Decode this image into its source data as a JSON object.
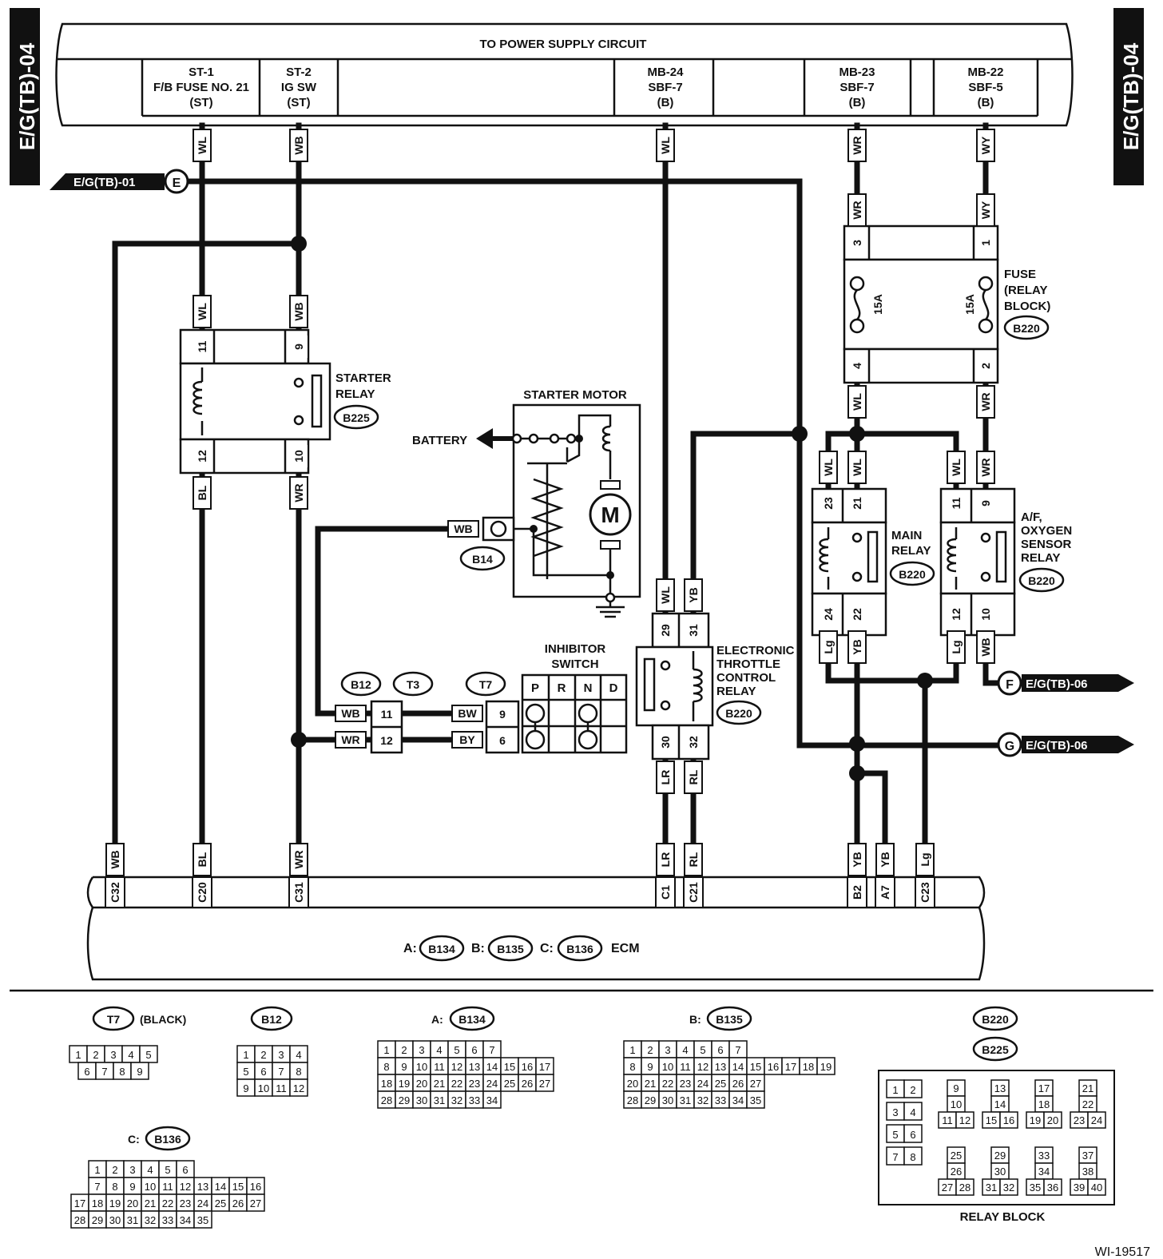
{
  "page_refs": {
    "left": "E/G(TB)-04",
    "right": "E/G(TB)-04",
    "e_ref": "E/G(TB)-01",
    "f_ref": "E/G(TB)-06",
    "g_ref": "E/G(TB)-06"
  },
  "power_supply": {
    "title": "TO POWER SUPPLY CIRCUIT",
    "cells": [
      {
        "l1": "ST-1",
        "l2": "F/B FUSE NO. 21",
        "l3": "(ST)"
      },
      {
        "l1": "ST-2",
        "l2": "IG SW",
        "l3": "(ST)"
      },
      {
        "l1": "MB-24",
        "l2": "SBF-7",
        "l3": "(B)"
      },
      {
        "l1": "MB-23",
        "l2": "SBF-7",
        "l3": "(B)"
      },
      {
        "l1": "MB-22",
        "l2": "SBF-5",
        "l3": "(B)"
      }
    ]
  },
  "connectors": {
    "e": "E",
    "f": "F",
    "g": "G"
  },
  "components": {
    "starter_relay": {
      "l1": "STARTER",
      "l2": "RELAY",
      "conn": "B225"
    },
    "starter_motor": {
      "title": "STARTER MOTOR",
      "battery": "BATTERY",
      "motor": "M",
      "conn": "B14"
    },
    "fuse": {
      "l1": "FUSE",
      "l2": "(RELAY",
      "l3": "BLOCK)",
      "conn": "B220",
      "amp1": "15A",
      "amp2": "15A"
    },
    "main_relay": {
      "l1": "MAIN",
      "l2": "RELAY",
      "conn": "B220"
    },
    "af_relay": {
      "l1": "A/F,",
      "l2": "OXYGEN",
      "l3": "SENSOR",
      "l4": "RELAY",
      "conn": "B220"
    },
    "throttle_relay": {
      "l1": "ELECTRONIC",
      "l2": "THROTTLE",
      "l3": "CONTROL",
      "l4": "RELAY",
      "conn": "B220"
    },
    "inhibitor": {
      "l1": "INHIBITOR",
      "l2": "SWITCH",
      "cols": [
        "P",
        "R",
        "N",
        "D"
      ],
      "c_b12": "B12",
      "c_t3": "T3",
      "c_t7": "T7"
    },
    "ecm": {
      "a": "A:",
      "a_conn": "B134",
      "b": "B:",
      "b_conn": "B135",
      "c": "C:",
      "c_conn": "B136",
      "name": "ECM"
    }
  },
  "wire_labels": {
    "st1": "WL",
    "st2": "WB",
    "mb24": "WL",
    "mb23": "WR",
    "mb22": "WY",
    "fuse_in_l": "WR",
    "fuse_in_r": "WY",
    "fuse_out_l": "WL",
    "fuse_out_r": "WR",
    "sr_in_l": "WL",
    "sr_in_r": "WB",
    "sr_out_l": "BL",
    "sr_out_r": "WR",
    "mr_in_l": "WL",
    "mr_in_r": "WL",
    "mr_out_l": "Lg",
    "mr_out_r": "YB",
    "af_in_l": "WL",
    "af_in_r": "WR",
    "af_out_l": "Lg",
    "af_out_r": "WB",
    "tr_in_l": "WL",
    "tr_in_r": "YB",
    "tr_out_l": "LR",
    "tr_out_r": "RL",
    "motor": "WB",
    "inh_wb": "WB",
    "inh_wr": "WR",
    "inh_bw": "BW",
    "inh_by": "BY",
    "ecm_c32": "WB",
    "ecm_c20": "BL",
    "ecm_c31": "WR",
    "ecm_c1": "LR",
    "ecm_c21": "RL",
    "ecm_b2": "YB",
    "ecm_a7": "YB",
    "ecm_c23": "Lg"
  },
  "pins": {
    "fuse_in_l": "3",
    "fuse_in_r": "1",
    "fuse_out_l": "4",
    "fuse_out_r": "2",
    "sr_in_l": "11",
    "sr_in_r": "9",
    "sr_out_l": "12",
    "sr_out_r": "10",
    "mr_in_l": "23",
    "mr_in_r": "21",
    "mr_out_l": "24",
    "mr_out_r": "22",
    "af_in_l": "11",
    "af_in_r": "9",
    "af_out_l": "12",
    "af_out_r": "10",
    "tr_in_l": "29",
    "tr_in_r": "31",
    "tr_out_l": "30",
    "tr_out_r": "32",
    "inh_11": "11",
    "inh_12": "12",
    "inh_9": "9",
    "inh_6": "6",
    "ecm_c32": "C32",
    "ecm_c20": "C20",
    "ecm_c31": "C31",
    "ecm_c1": "C1",
    "ecm_c21": "C21",
    "ecm_b2": "B2",
    "ecm_a7": "A7",
    "ecm_c23": "C23"
  },
  "legend": {
    "t7": {
      "name": "T7",
      "note": "(BLACK)",
      "rows": [
        [
          "1",
          "2",
          "3",
          "4",
          "5"
        ],
        [
          "6",
          "7",
          "8",
          "9"
        ]
      ]
    },
    "b12": {
      "name": "B12",
      "rows": [
        [
          "1",
          "2",
          "3",
          "4"
        ],
        [
          "5",
          "6",
          "7",
          "8"
        ],
        [
          "9",
          "10",
          "11",
          "12"
        ]
      ]
    },
    "a": {
      "prefix": "A:",
      "name": "B134",
      "rows": [
        [
          "1",
          "2",
          "3",
          "4",
          "5",
          "6",
          "7"
        ],
        [
          "8",
          "9",
          "10",
          "11",
          "12",
          "13",
          "14",
          "15",
          "16",
          "17"
        ],
        [
          "18",
          "19",
          "20",
          "21",
          "22",
          "23",
          "24",
          "25",
          "26",
          "27"
        ],
        [
          "28",
          "29",
          "30",
          "31",
          "32",
          "33",
          "34"
        ]
      ]
    },
    "b": {
      "prefix": "B:",
      "name": "B135",
      "rows": [
        [
          "1",
          "2",
          "3",
          "4",
          "5",
          "6",
          "7"
        ],
        [
          "8",
          "9",
          "10",
          "11",
          "12",
          "13",
          "14",
          "15",
          "16",
          "17",
          "18",
          "19"
        ],
        [
          "20",
          "21",
          "22",
          "23",
          "24",
          "25",
          "26",
          "27"
        ],
        [
          "28",
          "29",
          "30",
          "31",
          "32",
          "33",
          "34",
          "35"
        ]
      ]
    },
    "c": {
      "prefix": "C:",
      "name": "B136",
      "rows": [
        [
          "1",
          "2",
          "3",
          "4",
          "5",
          "6"
        ],
        [
          "7",
          "8",
          "9",
          "10",
          "11",
          "12",
          "13",
          "14",
          "15",
          "16"
        ],
        [
          "17",
          "18",
          "19",
          "20",
          "21",
          "22",
          "23",
          "24",
          "25",
          "26",
          "27"
        ],
        [
          "28",
          "29",
          "30",
          "31",
          "32",
          "33",
          "34",
          "35"
        ]
      ]
    },
    "relay": {
      "name1": "B220",
      "name2": "B225",
      "caption": "RELAY BLOCK",
      "cells": [
        "1",
        "2",
        "3",
        "4",
        "5",
        "6",
        "7",
        "8",
        "9",
        "10",
        "11",
        "12",
        "13",
        "14",
        "15",
        "16",
        "17",
        "18",
        "19",
        "20",
        "21",
        "22",
        "23",
        "24",
        "25",
        "26",
        "27",
        "28",
        "29",
        "30",
        "31",
        "32",
        "33",
        "34",
        "35",
        "36",
        "37",
        "38",
        "39",
        "40"
      ]
    }
  },
  "figure_id": "WI-19517"
}
